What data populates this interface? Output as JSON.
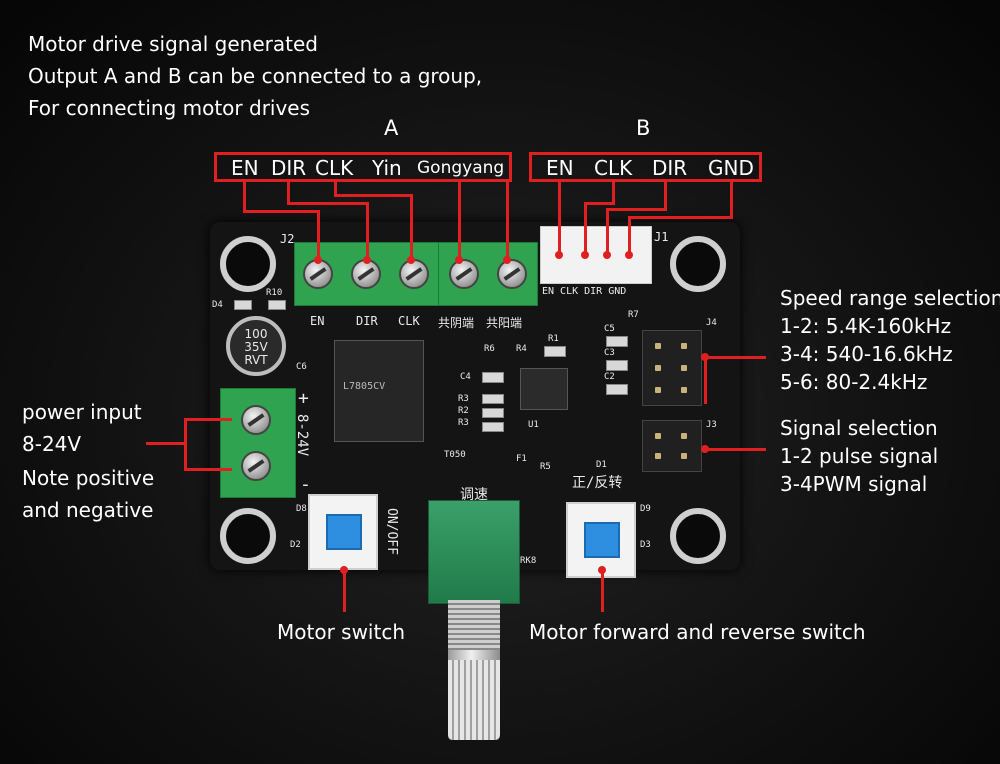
{
  "heading": {
    "line1": "Motor drive signal generated",
    "line2": "Output A and B can be connected to a group,",
    "line3": "For connecting motor drives"
  },
  "group_a": {
    "label": "A",
    "pins": [
      "EN",
      "DIR",
      "CLK",
      "Yin",
      "Gongyang"
    ]
  },
  "group_b": {
    "label": "B",
    "pins": [
      "EN",
      "CLK",
      "DIR",
      "GND"
    ]
  },
  "speed": {
    "title": "Speed range selection",
    "r12": "1-2: 5.4K-160kHz",
    "r34": "3-4: 540-16.6kHz",
    "r56": "5-6: 80-2.4kHz"
  },
  "signal": {
    "title": "Signal selection",
    "s12": "1-2 pulse signal",
    "s34": "3-4PWM signal"
  },
  "power": {
    "title": "power input",
    "voltage": "8-24V",
    "note1": "Note positive",
    "note2": "and negative"
  },
  "motor_switch": "Motor switch",
  "direction_switch": "Motor forward and reverse switch",
  "pcb": {
    "j2": "J2",
    "j1": "J1",
    "t_en": "EN",
    "t_dir": "DIR",
    "t_clk": "CLK",
    "t_yin": "共阴端",
    "t_yang": "共阳端",
    "jst_labels": "EN CLK DIR GND",
    "cap_100": "100",
    "cap_35v": "35V",
    "cap_rvt": "RVT",
    "c6": "C6",
    "regulator": "L7805CV",
    "power_label": "8-24V",
    "plus": "+",
    "minus": "-",
    "tiaosu": "调速",
    "zhengfan": "正/反转",
    "onoff": "ON/OFF",
    "j3": "J3",
    "j4": "J4",
    "c5": "C5",
    "c3": "C3",
    "c2": "C2",
    "c4": "C4",
    "r1": "R1",
    "r2": "R2",
    "r3": "R3",
    "r4": "R4",
    "r5": "R5",
    "r6": "R6",
    "r7": "R7",
    "d1": "D1",
    "d4": "D4",
    "r10": "R10",
    "u1": "U1",
    "f1": "F1",
    "pot_code": "T050",
    "rk8": "RK8",
    "d2": "D2",
    "d3": "D3",
    "d8": "D8",
    "d9": "D9"
  },
  "colors": {
    "callout": "#e02020",
    "terminal": "#2fa34f",
    "button": "#2e8ee0",
    "knob_green": "#2c8a57"
  }
}
